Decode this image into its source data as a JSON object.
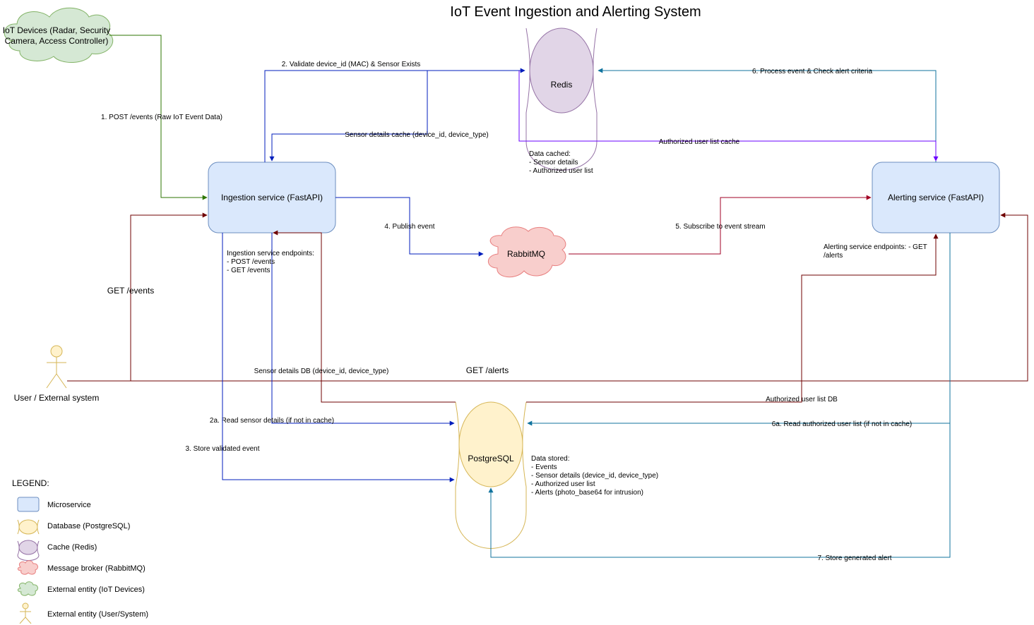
{
  "title": "IoT Event Ingestion and Alerting System",
  "nodes": {
    "iot_devices": "IoT Devices (Radar, Security Camera, Access Controller)",
    "ingestion": "Ingestion service (FastAPI)",
    "alerting": "Alerting service (FastAPI)",
    "redis": "Redis",
    "rabbitmq": "RabbitMQ",
    "postgres": "PostgreSQL",
    "user": "User / External system"
  },
  "edges": {
    "post_events": "1. POST /events (Raw IoT Event Data)",
    "validate": "2. Validate device_id (MAC) & Sensor Exists",
    "sensor_cache": "Sensor details cache (device_id, device_type)",
    "process_event": "6. Process event & Check alert criteria",
    "authorized_cache": "Authorized user list cache",
    "publish": "4. Publish event",
    "subscribe": "5. Subscribe to event stream",
    "get_events": "GET /events",
    "get_alerts": "GET /alerts",
    "sensor_db": "Sensor details DB (device_id, device_type)",
    "read_sensor": "2a. Read sensor details (if not in cache)",
    "store_event": "3. Store validated event",
    "authorized_db": "Authorized user list DB",
    "read_authorized": "6a. Read authorized user list (if not in cache)",
    "store_alert": "7. Store generated alert"
  },
  "notes": {
    "redis_cached": [
      "Data cached:",
      "- Sensor details",
      "- Authorized user list"
    ],
    "ingestion_endpoints": [
      "Ingestion service endpoints:",
      "- POST /events",
      "- GET /events"
    ],
    "alerting_endpoints": [
      "Alerting service endpoints: - GET",
      "/alerts"
    ],
    "postgres_stored": [
      "Data stored:",
      "- Events",
      "- Sensor details (device_id, device_type)",
      "- Authorized user list",
      "- Alerts (photo_base64 for intrusion)"
    ]
  },
  "legend": {
    "title": "LEGEND:",
    "items": [
      "Microservice",
      "Database (PostgreSQL)",
      "Cache (Redis)",
      "Message broker (RabbitMQ)",
      "External entity (IoT Devices)",
      "External entity (User/System)"
    ]
  },
  "colors": {
    "microservice_fill": "#dae8fc",
    "microservice_stroke": "#6c8ebf",
    "db_fill": "#fff2cc",
    "db_stroke": "#d6b656",
    "cache_fill": "#e1d5e7",
    "cache_stroke": "#9673a6",
    "broker_fill": "#f8cecc",
    "broker_stroke": "#b85450",
    "iot_fill": "#d5e8d4",
    "iot_stroke": "#82b366",
    "green": "#2d7600",
    "blue": "#001dbc",
    "teal": "#10739e",
    "maroon": "#6f0000",
    "purple": "#6a00ff",
    "red": "#a20025"
  }
}
